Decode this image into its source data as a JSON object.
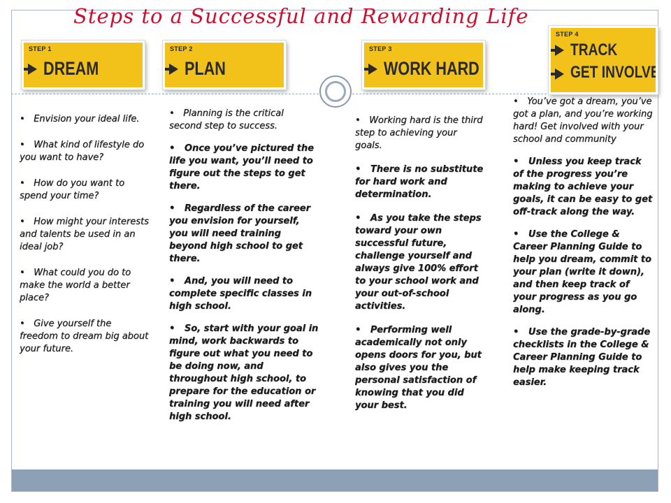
{
  "title": "Steps to a Successful and Rewarding Life",
  "colors": {
    "title": "#c8102e",
    "badge": "#f2c21b",
    "footer": "#8ea0b5",
    "frame": "#a9b6c6"
  },
  "steps": [
    {
      "label": "STEP 1",
      "word": "DREAM",
      "icon": "arrow-right-icon"
    },
    {
      "label": "STEP 2",
      "word": "PLAN",
      "icon": "arrow-right-icon"
    },
    {
      "label": "STEP 3",
      "word": "WORK HARD",
      "icon": "arrow-right-icon"
    },
    {
      "label": "STEP 4",
      "word": "TRACK",
      "word2": "GET INVOLVED",
      "icon": "arrow-right-icon"
    }
  ],
  "columns": [
    {
      "bullets": [
        "Envision your ideal life.",
        "What kind of lifestyle do you want to have?",
        "How do you want to spend your time?",
        "How might your interests and talents be used in an ideal job?",
        "What could you do to make the world a better place?",
        "Give yourself the freedom to dream big about your future."
      ]
    },
    {
      "bullets": [
        "Planning is the critical second step to success.",
        "Once you’ve pictured the life you want, you’ll need to figure out the steps to get there.",
        "Regardless of the career you envision for yourself, you will need training beyond high school to get there.",
        "And, you will need to complete specific classes in high school.",
        "So, start with your goal in mind, work backwards to figure out what you need to be doing now, and throughout high school, to prepare for the education or training you will need after high school."
      ]
    },
    {
      "bullets": [
        "Working hard is the third step to achieving your goals.",
        "There is no substitute for hard work and determination.",
        "As you take the steps toward your own successful future, challenge yourself and always give 100% effort to your school work and your out-of-school activities.",
        "Performing well academically not only opens doors for you, but also gives you the personal satisfaction of knowing that you did your best."
      ]
    },
    {
      "bullets": [
        "You’ve got a dream, you’ve got a plan, and you’re working hard! Get involved with your school and community",
        "Unless you keep track of the progress you’re making to achieve your goals, it can be easy to get off-track along the way.",
        "Use the College & Career Planning Guide to help you dream, commit to your plan (write it down), and then keep track of your progress as you go along.",
        "Use the grade-by-grade checklists in the College & Career Planning  Guide to help make keeping track easier."
      ]
    }
  ]
}
